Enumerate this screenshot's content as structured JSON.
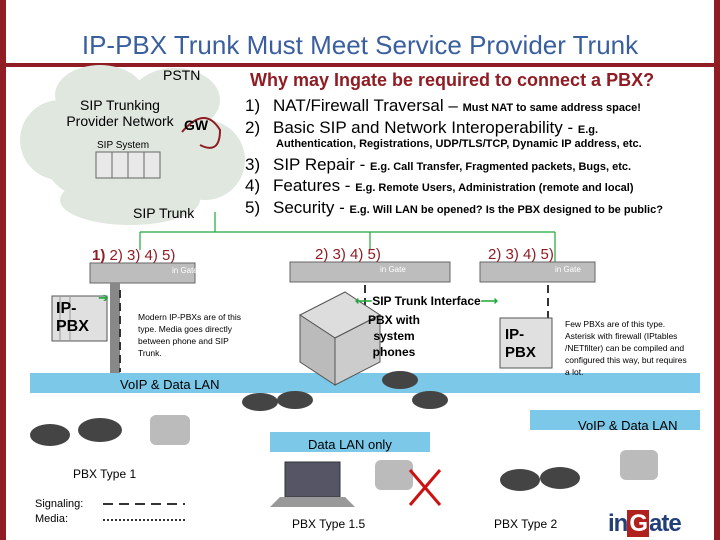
{
  "title": "IP-PBX Trunk Must Meet Service Provider Trunk",
  "why_heading": "Why may Ingate be required to connect a PBX?",
  "reasons": [
    {
      "num": "1)",
      "main": "NAT/Firewall Traversal – ",
      "detail": "Must NAT to same address space!"
    },
    {
      "num": "2)",
      "main": "Basic SIP and Network Interoperability - ",
      "detail": "E.g."
    },
    {
      "num": "3)",
      "main": "SIP Repair - ",
      "detail": "E.g. Call Transfer, Fragmented packets, Bugs, etc."
    },
    {
      "num": "4)",
      "main": "Features - ",
      "detail": "E.g. Remote Users, Administration (remote and local)"
    },
    {
      "num": "5)",
      "main": "Security - ",
      "detail": "E.g. Will LAN be opened? Is the PBX designed to be public?"
    }
  ],
  "reason2_sub": "Authentication, Registrations, UDP/TLS/TCP, Dynamic IP address, etc.",
  "cloud": {
    "pstn": "PSTN",
    "provider": "SIP Trunking\nProvider Network",
    "gw": "GW",
    "sip_system": "SIP System",
    "sip_trunk": "SIP Trunk"
  },
  "steps": {
    "left": {
      "first": "1)",
      "rest": " 2) 3) 4) 5)"
    },
    "middle": "2) 3) 4) 5)",
    "right": "2) 3) 4) 5)"
  },
  "ingate_small": "in Gate",
  "pbx1": {
    "label": "IP-\nPBX",
    "note": "Modern IP-PBXs are of this type. Media goes directly between phone and SIP Trunk."
  },
  "sip_trunk_interface": "SIP Trunk Interface",
  "pbx15": {
    "label": "PBX with\nsystem\nphones"
  },
  "pbx2": {
    "label": "IP-\nPBX",
    "note": "Few PBXs are of this type. Asterisk with firewall (IPtables /NETfilter) can be compiled and configured this way, but requires a lot."
  },
  "lan_left": "VoIP & Data LAN",
  "lan_right": "VoIP & Data LAN",
  "data_lan_only": "Data LAN only",
  "pbx_type1": "PBX Type 1",
  "pbx_type15": "PBX Type 1.5",
  "pbx_type2": "PBX Type 2",
  "legend": {
    "signaling": "Signaling:",
    "media": "Media:"
  },
  "logo": {
    "pre": "in",
    "g": "G",
    "post": "ate"
  },
  "colors": {
    "title": "#3a5f9e",
    "accent": "#8f1d23",
    "lan": "#55b9e1",
    "arrow": "#21a83a",
    "cross": "#cc1111"
  }
}
